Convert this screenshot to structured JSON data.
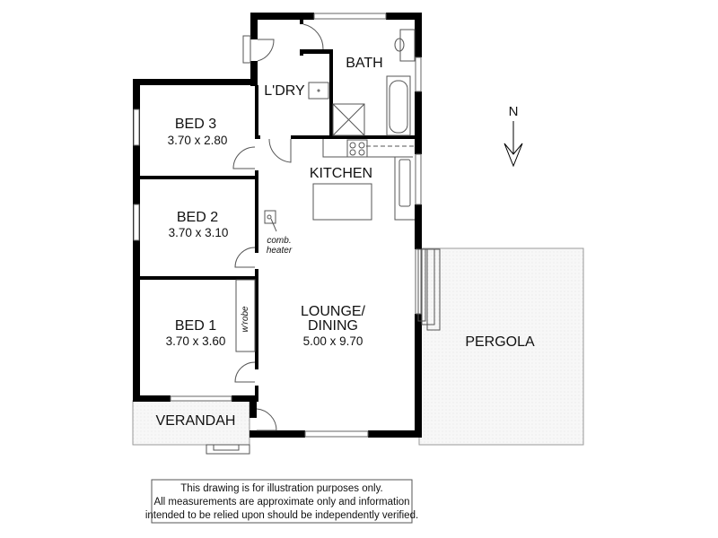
{
  "rooms": {
    "bed3": {
      "name": "BED 3",
      "size": "3.70 x 2.80"
    },
    "bed2": {
      "name": "BED 2",
      "size": "3.70 x 3.10"
    },
    "bed1": {
      "name": "BED 1",
      "size": "3.70 x 3.60"
    },
    "laundry": {
      "name": "L'DRY"
    },
    "bath": {
      "name": "BATH"
    },
    "kitchen": {
      "name": "KITCHEN"
    },
    "lounge": {
      "name_line1": "LOUNGE/",
      "name_line2": "DINING",
      "size": "5.00 x 9.70"
    },
    "verandah": {
      "name": "VERANDAH"
    },
    "pergola": {
      "name": "PERGOLA"
    }
  },
  "fixtures": {
    "wardrobe": "w'robe",
    "heater_line1": "comb.",
    "heater_line2": "heater"
  },
  "north_arrow": {
    "label": "N"
  },
  "disclaimer": {
    "line1": "This drawing is for illustration purposes only.",
    "line2": "All measurements are approximate only and information",
    "line3": "intended to be relied upon should be independently verified."
  },
  "colors": {
    "wall": "#000000",
    "outdoor_fill": "#f4f4f4"
  }
}
